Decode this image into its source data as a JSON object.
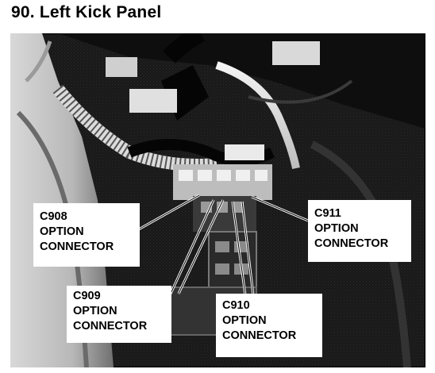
{
  "title": "90.  Left Kick Panel",
  "callouts": {
    "c908": {
      "code": "C908",
      "line1": "OPTION",
      "line2": "CONNECTOR"
    },
    "c909": {
      "code": "C909",
      "line1": "OPTION",
      "line2": "CONNECTOR"
    },
    "c910": {
      "code": "C910",
      "line1": "OPTION",
      "line2": "CONNECTOR"
    },
    "c911": {
      "code": "C911",
      "line1": "OPTION",
      "line2": "CONNECTOR"
    }
  }
}
